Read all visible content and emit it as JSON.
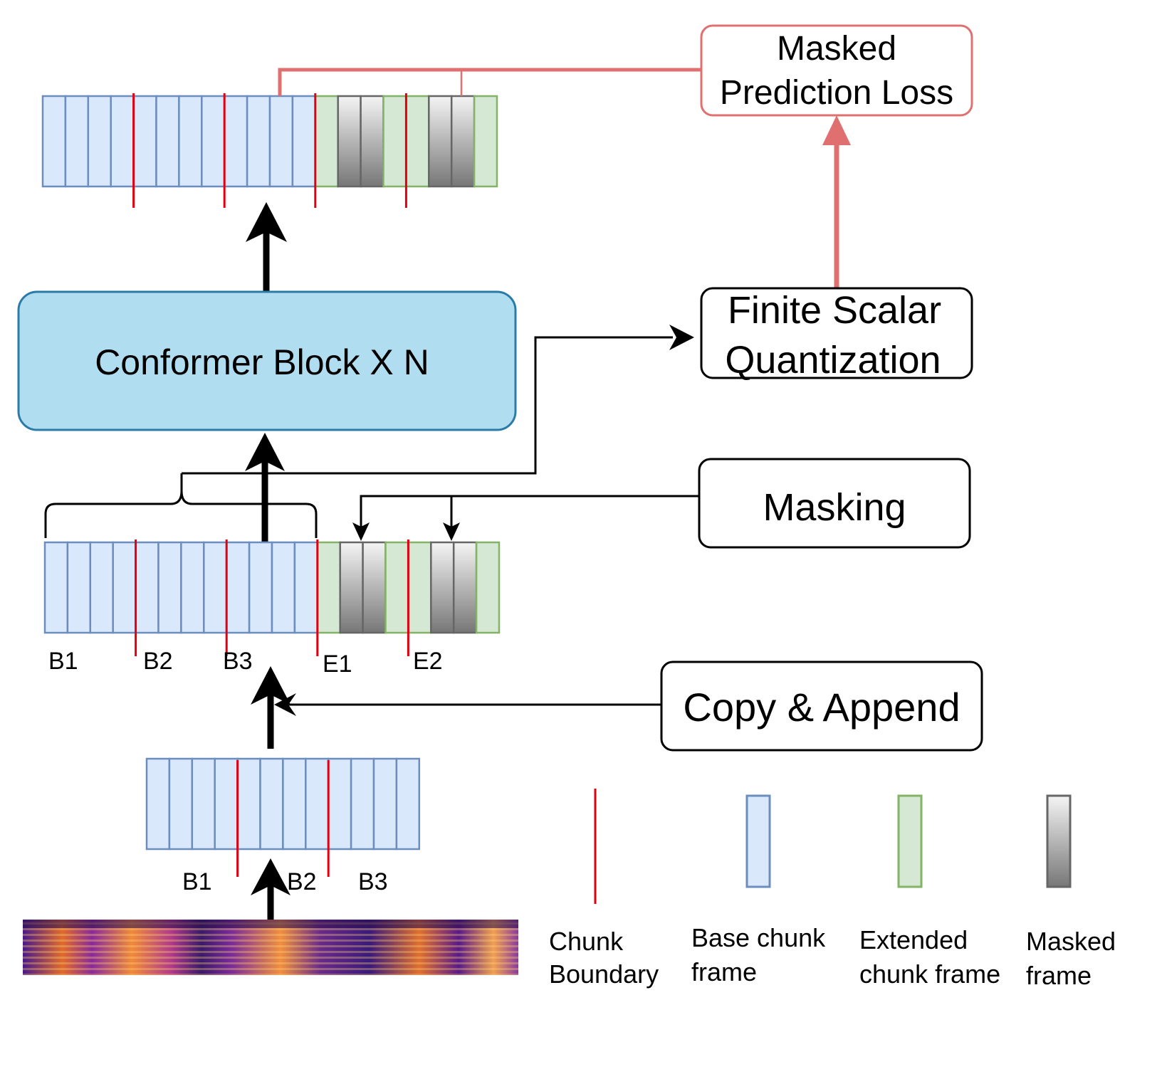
{
  "boxes": {
    "masked_prediction_loss": [
      "Masked",
      "Prediction Loss"
    ],
    "conformer": "Conformer Block X N",
    "fsq": [
      "Finite Scalar",
      "Quantization"
    ],
    "masking": "Masking",
    "copy_append": "Copy & Append"
  },
  "bottom_row": {
    "labels": [
      "B1",
      "B2",
      "B3"
    ]
  },
  "middle_row": {
    "labels": [
      "B1",
      "B2",
      "B3",
      "E1",
      "E2"
    ]
  },
  "legend": {
    "chunk_boundary": [
      "Chunk",
      "Boundary"
    ],
    "base_chunk_frame": [
      "Base chunk",
      "frame"
    ],
    "extended_chunk_frame": [
      "Extended",
      "chunk frame"
    ],
    "masked_frame": [
      "Masked",
      "frame"
    ]
  },
  "colors": {
    "base_fill": "#dae8fc",
    "base_stroke": "#6c8ebf",
    "ext_fill": "#d5e8d4",
    "ext_stroke": "#82b366",
    "boundary": "#e0000f",
    "loss_stroke": "#e07070",
    "conformer_fill": "#b1ddf0",
    "conformer_stroke": "#2b7ba8"
  }
}
